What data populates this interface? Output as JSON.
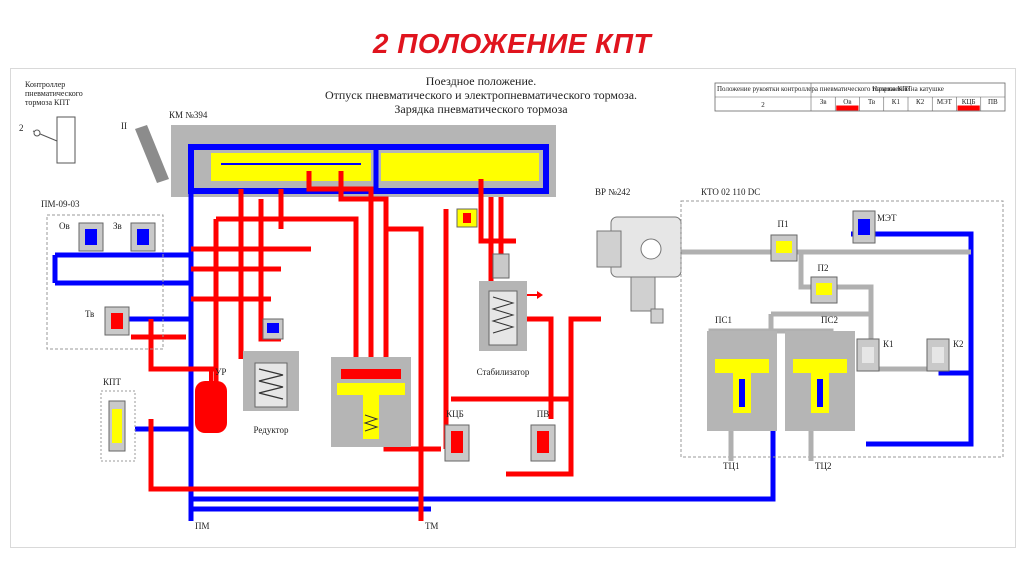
{
  "slide_title": "2 ПОЛОЖЕНИЕ КПТ",
  "scheme": {
    "header": [
      "Поездное положение.",
      "Отпуск пневматического и электропневматического тормоза.",
      "Зарядка пневматического тормоза"
    ],
    "controller_caption": [
      "Контроллер",
      "пневматического",
      "тормоза КПТ"
    ],
    "controller_positions": {
      "left": "2",
      "right": "II"
    },
    "labels": {
      "km": "КМ №394",
      "pm0903": "ПМ-09-03",
      "ov": "Ов",
      "zv": "Зв",
      "tv": "Тв",
      "kpt": "КПТ",
      "ur": "УР",
      "reduktor": "Редуктор",
      "stabilizator": "Стабилизатор",
      "ktsb": "КЦБ",
      "pv": "ПВ",
      "pm": "ПМ",
      "tm": "ТМ",
      "vr": "ВР №242",
      "kto": "КТО 02 110 DC",
      "p1": "П1",
      "p2": "П2",
      "met": "МЭТ",
      "ps1": "ПС1",
      "ps2": "ПС2",
      "k1": "К1",
      "k2": "К2",
      "tts1": "ТЦ1",
      "tts2": "ТЦ2"
    },
    "valve_table": {
      "header_left": "Положение рукоятки контроллера пневматического тормоза КПТ",
      "header_right": "Напряжение на катушке",
      "columns": [
        "Зв",
        "Ов",
        "Тв",
        "К1",
        "К2",
        "МЭТ",
        "КЦБ",
        "ПВ"
      ],
      "position": "2",
      "energized": [
        false,
        true,
        false,
        false,
        false,
        false,
        true,
        false
      ]
    },
    "colors": {
      "supply_main": "#ff0000",
      "brake_pipe": "#0000ff",
      "valve_body": "#ffff00",
      "housing": "#b5b5b5",
      "title": "#e0141e"
    }
  }
}
